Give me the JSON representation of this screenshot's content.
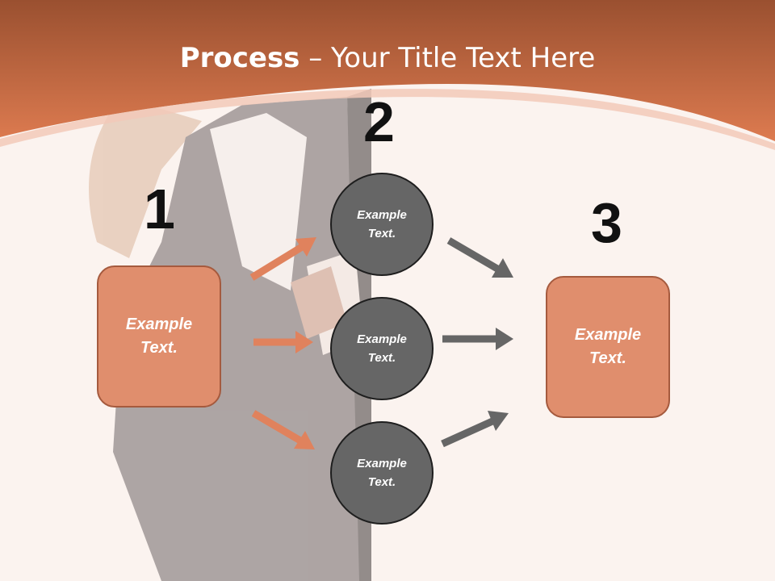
{
  "slide": {
    "title_bold": "Process",
    "title_rest": " – Your Title Text Here"
  },
  "steps": [
    {
      "number": "1"
    },
    {
      "number": "2"
    },
    {
      "number": "3"
    }
  ],
  "boxes": {
    "left": {
      "label": "Example\nText."
    },
    "right": {
      "label": "Example\nText."
    }
  },
  "circles": [
    {
      "label": "Example\nText."
    },
    {
      "label": "Example\nText."
    },
    {
      "label": "Example\nText."
    }
  ],
  "colors": {
    "header_orange": "#d7774c",
    "box_fill": "#e08e6d",
    "circle_fill": "#666666",
    "arrow_orange": "#e0825d",
    "arrow_gray": "#666666"
  }
}
